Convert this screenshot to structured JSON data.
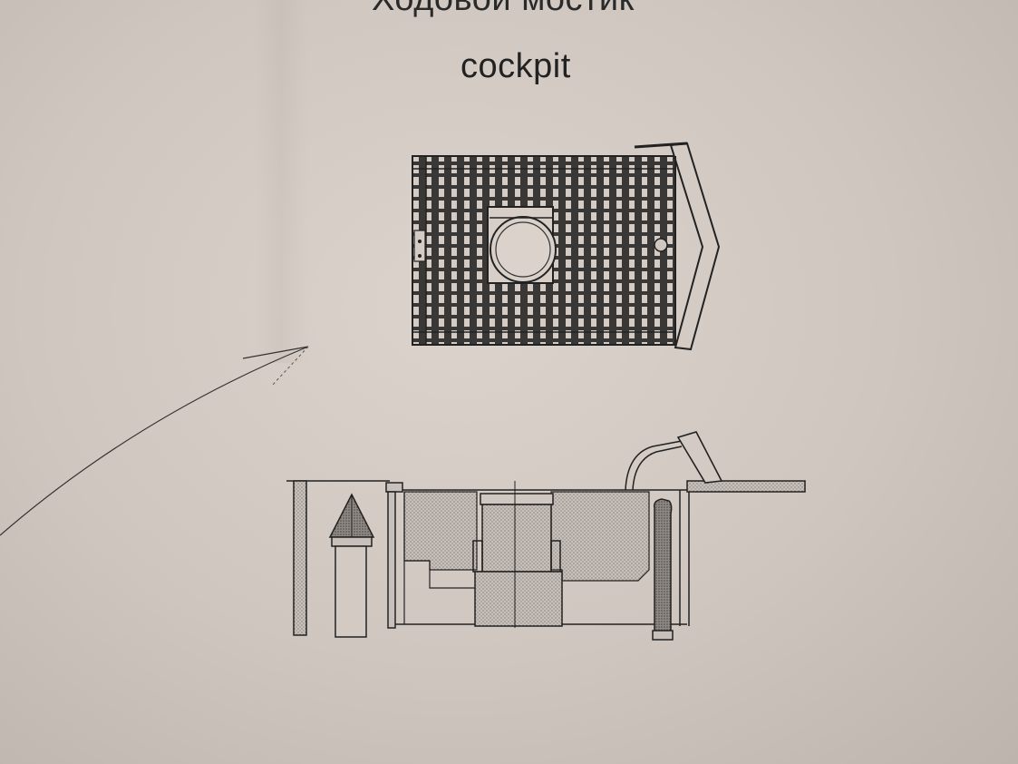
{
  "document": {
    "heading_partial": "Ходовой мостик",
    "subheading": "cockpit"
  },
  "figures": {
    "top_view": {
      "name": "cockpit top view grating"
    },
    "side_view": {
      "name": "cockpit side section"
    },
    "arrow": {
      "name": "pointer arrow"
    }
  },
  "colors": {
    "paper": "#d6cdc6",
    "ink": "#2a2a2a",
    "stipple": "#9a948f"
  }
}
